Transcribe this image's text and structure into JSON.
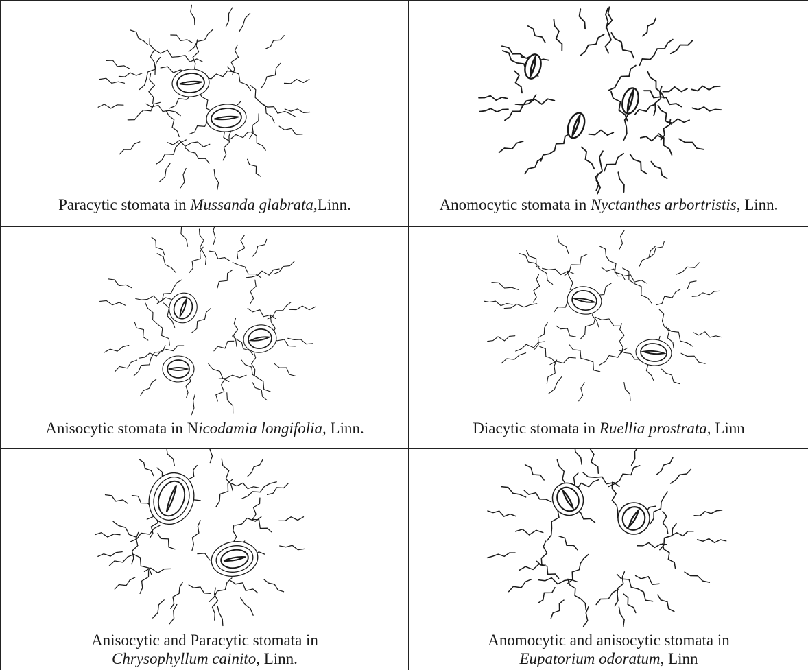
{
  "panels": [
    {
      "caption_parts": [
        {
          "text": "Paracytic stomata in ",
          "italic": false
        },
        {
          "text": "Mussanda glabrata,",
          "italic": true
        },
        {
          "text": "Linn.",
          "italic": false
        }
      ]
    },
    {
      "caption_parts": [
        {
          "text": "Anomocytic stomata in ",
          "italic": false
        },
        {
          "text": "Nyctanthes arbortristis,",
          "italic": true
        },
        {
          "text": " Linn.",
          "italic": false
        }
      ]
    },
    {
      "caption_parts": [
        {
          "text": "Anisocytic stomata in N",
          "italic": false
        },
        {
          "text": "icodamia longifolia,",
          "italic": true
        },
        {
          "text": " Linn.",
          "italic": false
        }
      ]
    },
    {
      "caption_parts": [
        {
          "text": "Diacytic stomata in ",
          "italic": false
        },
        {
          "text": "Ruellia prostrata,",
          "italic": true
        },
        {
          "text": " Linn",
          "italic": false
        }
      ]
    },
    {
      "caption_line1": "Anisocytic and Paracytic stomata in",
      "caption_parts": [
        {
          "text": "Chrysophyllum cainito",
          "italic": true
        },
        {
          "text": ", Linn.",
          "italic": false
        }
      ]
    },
    {
      "caption_line1": "Anomocytic and anisocytic stomata in",
      "caption_parts": [
        {
          "text": "Eupatorium odoratum",
          "italic": true
        },
        {
          "text": ", Linn",
          "italic": false
        }
      ]
    }
  ]
}
